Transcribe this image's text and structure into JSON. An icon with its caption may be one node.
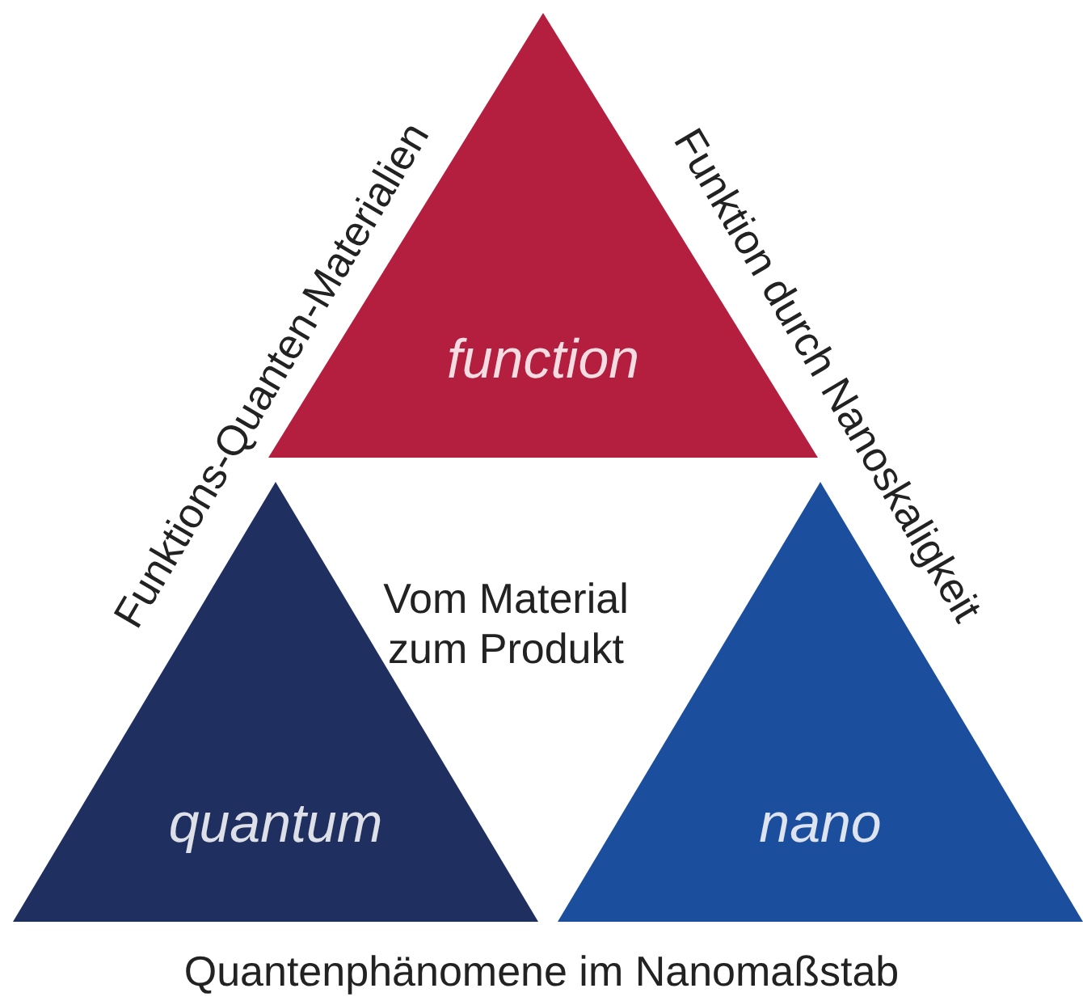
{
  "diagram": {
    "nodes": [
      {
        "text": [
          "function"
        ]
      },
      {
        "text": [
          "quantum"
        ]
      },
      {
        "text": [
          "nano"
        ]
      }
    ],
    "edges": [],
    "labels": [
      "Funktions-Quanten-Materialien",
      "Funktion durch Nanoskaligkeit",
      "Vom Material zum Produkt",
      "Quantenphänomene im Nanomaßstab"
    ]
  }
}
